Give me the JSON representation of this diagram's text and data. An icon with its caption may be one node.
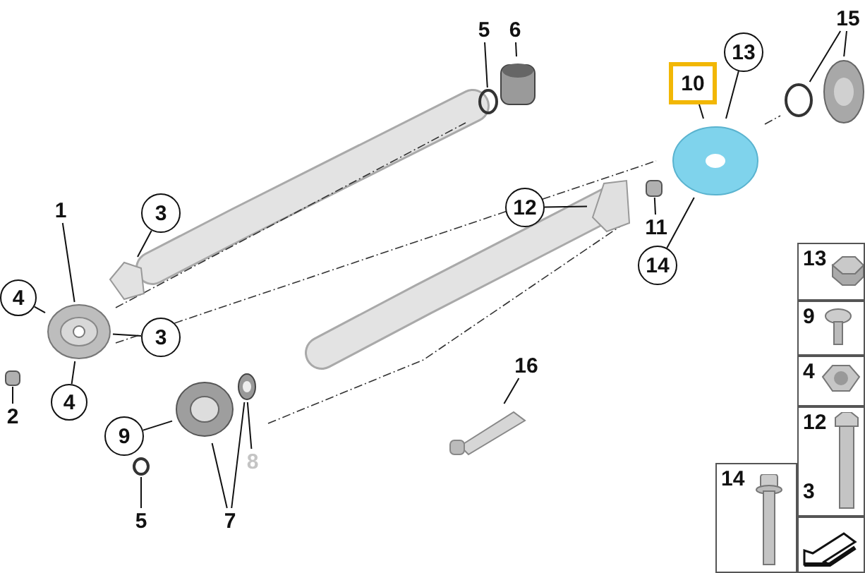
{
  "diagram": {
    "nodes": [
      {
        "text": [
          "1"
        ]
      },
      {
        "text": [
          "3"
        ]
      },
      {
        "text": [
          "4"
        ]
      },
      {
        "text": [
          "4"
        ]
      },
      {
        "text": [
          "3"
        ]
      },
      {
        "text": [
          "2"
        ]
      },
      {
        "text": [
          "5"
        ]
      },
      {
        "text": [
          "6"
        ]
      },
      {
        "text": [
          "10"
        ]
      },
      {
        "text": [
          "13"
        ]
      },
      {
        "text": [
          "15"
        ]
      },
      {
        "text": [
          "12"
        ]
      },
      {
        "text": [
          "11"
        ]
      },
      {
        "text": [
          "14"
        ]
      },
      {
        "text": [
          "9"
        ]
      },
      {
        "text": [
          "5"
        ]
      },
      {
        "text": [
          "7"
        ]
      },
      {
        "text": [
          "8"
        ]
      },
      {
        "text": [
          "16"
        ]
      },
      {
        "text": [],
        "shape": "picture"
      },
      {
        "text": [],
        "shape": "picture"
      },
      {
        "text": [],
        "shape": "box"
      },
      {
        "text": [],
        "shape": "circle"
      },
      {
        "text": [],
        "shape": "picture"
      },
      {
        "text": [],
        "shape": "picture"
      },
      {
        "text": [],
        "shape": "circle"
      },
      {
        "text": [],
        "shape": "picture"
      },
      {
        "text": [],
        "shape": "picture"
      },
      {
        "text": [],
        "shape": "box"
      },
      {
        "text": [],
        "shape": "picture"
      },
      {
        "text": [],
        "shape": "circle"
      },
      {
        "text": [],
        "shape": "picture"
      },
      {
        "text": [],
        "shape": "picture"
      }
    ],
    "edges": [
      {
        "from": 0,
        "to": 19,
        "arrow": "none"
      },
      {
        "from": 1,
        "to": 20,
        "arrow": "none"
      },
      {
        "from": 2,
        "to": 19,
        "arrow": "none"
      },
      {
        "from": 3,
        "to": 19,
        "arrow": "none"
      },
      {
        "from": 4,
        "to": 19,
        "arrow": "none"
      },
      {
        "from": 5,
        "to": 21,
        "arrow": "none"
      },
      {
        "from": 6,
        "to": 22,
        "arrow": "none"
      },
      {
        "from": 7,
        "to": 23,
        "arrow": "none"
      },
      {
        "from": 8,
        "to": 24,
        "arrow": "none"
      },
      {
        "from": 9,
        "to": 24,
        "arrow": "none"
      },
      {
        "from": 10,
        "to": 25,
        "arrow": "none"
      },
      {
        "from": 10,
        "to": 26,
        "arrow": "none"
      },
      {
        "from": 11,
        "to": 27,
        "arrow": "none"
      },
      {
        "from": 12,
        "to": 28,
        "arrow": "none"
      },
      {
        "from": 13,
        "to": 24,
        "arrow": "none"
      },
      {
        "from": 14,
        "to": 29,
        "arrow": "none"
      },
      {
        "from": 15,
        "to": 30,
        "arrow": "none"
      },
      {
        "from": 16,
        "to": 29,
        "arrow": "none"
      },
      {
        "from": 16,
        "to": 31,
        "arrow": "none"
      },
      {
        "from": 17,
        "to": 31,
        "arrow": "none"
      },
      {
        "from": 18,
        "to": 32,
        "arrow": "none"
      }
    ],
    "labels": [
      "13",
      "9",
      "4",
      "12",
      "14",
      "3"
    ]
  }
}
